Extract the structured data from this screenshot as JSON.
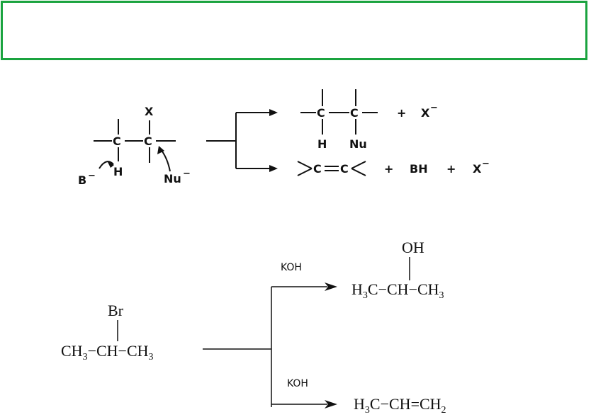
{
  "header": {
    "title": ""
  },
  "general_scheme": {
    "reactant": {
      "top_sub": "X",
      "left_h": "H",
      "base": "B",
      "nucleophile": "Nu"
    },
    "substitution_product": {
      "h": "H",
      "nu": "Nu",
      "plus": "+",
      "leaving": "X"
    },
    "elimination_product": {
      "c1": "C",
      "c2": "C",
      "plus1": "+",
      "bh": "BH",
      "plus2": "+",
      "leaving": "X"
    },
    "charge": "−"
  },
  "example": {
    "reactant": {
      "br": "Br",
      "formula": {
        "ch3_left": "CH",
        "ch": "CH",
        "ch3_right": "CH",
        "sub3": "3"
      }
    },
    "reagent_top": "KOH",
    "reagent_bottom": "KOH",
    "product_alcohol": {
      "oh": "OH",
      "h3c": "H",
      "sub3": "3",
      "c": "C",
      "ch": "CH",
      "ch3": "CH"
    },
    "product_alkene": {
      "h3c": "H",
      "sub3": "3",
      "c": "C",
      "ch": "CH",
      "ch2": "CH",
      "sub2": "2"
    }
  }
}
